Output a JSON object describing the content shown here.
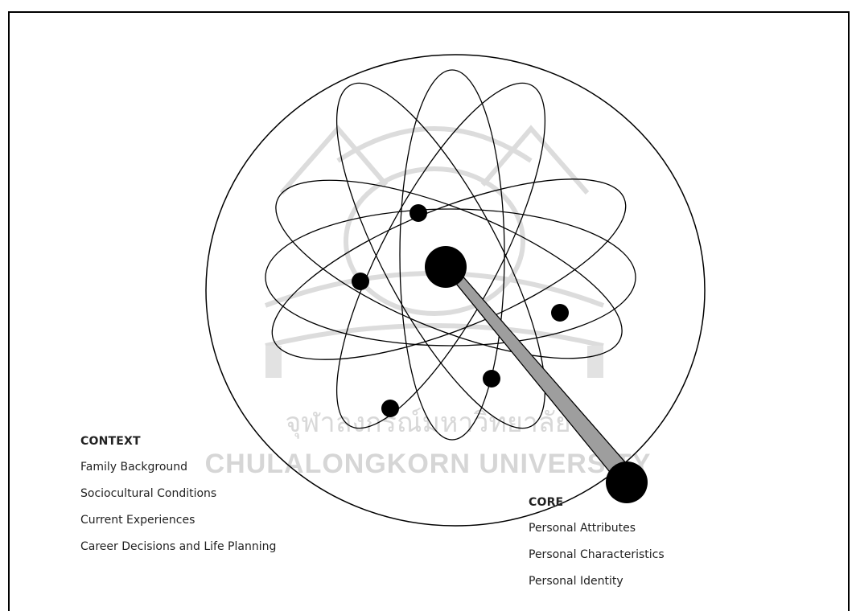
{
  "watermark": {
    "line1": "จุฬาลงกรณ์มหาวิทยาลัย",
    "line2": "CHULALONGKORN UNIVERSITY"
  },
  "context": {
    "heading": "CONTEXT",
    "items": [
      "Family Background",
      "Sociocultural Conditions",
      "Current Experiences",
      "Career Decisions and Life Planning"
    ]
  },
  "core": {
    "heading": "CORE",
    "items": [
      "Personal Attributes",
      "Personal Characteristics",
      "Personal Identity"
    ]
  },
  "colors": {
    "stroke": "#000000",
    "pointer_fill": "#9e9e9e",
    "watermark": "#d8d8d8"
  }
}
